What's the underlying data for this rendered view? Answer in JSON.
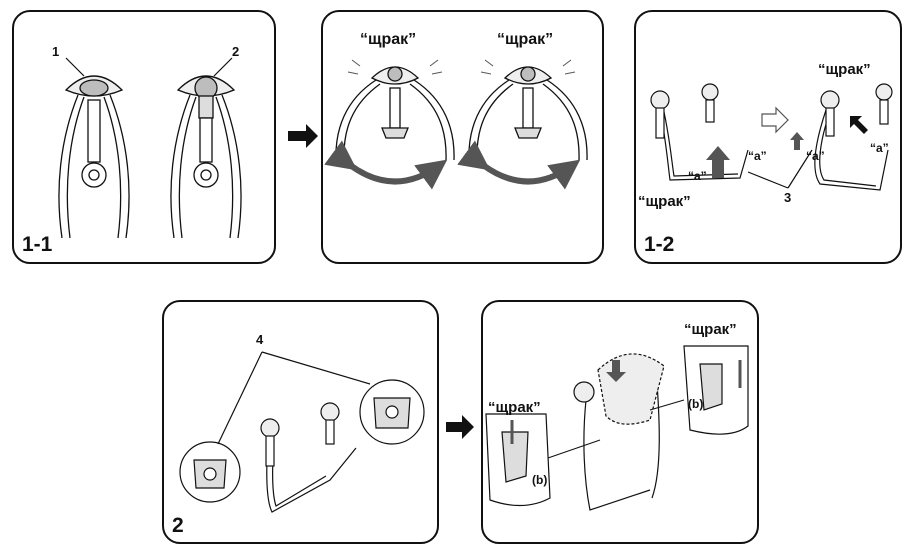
{
  "panels": {
    "p11": {
      "label": "1-1",
      "callouts": [
        "1",
        "2"
      ]
    },
    "pclick": {
      "click_left": "“щрак”",
      "click_right": "“щрак”"
    },
    "p12": {
      "label": "1-2",
      "click_top": "“щрак”",
      "click_bottom": "“щрак”",
      "a1": "“a”",
      "a2": "“a”",
      "a3": "“a”",
      "a4": "“a”",
      "callout": "3"
    },
    "p2": {
      "label": "2",
      "callout": "4"
    },
    "p2b": {
      "click_top": "“щрак”",
      "click_left": "“щрак”",
      "b1": "(b)",
      "b2": "(b)"
    }
  },
  "colors": {
    "stroke": "#111111",
    "fill_light": "#eeeeee",
    "fill_mid": "#bdbdbd",
    "arrow": "#111111",
    "swing_arrow": "#555555"
  }
}
